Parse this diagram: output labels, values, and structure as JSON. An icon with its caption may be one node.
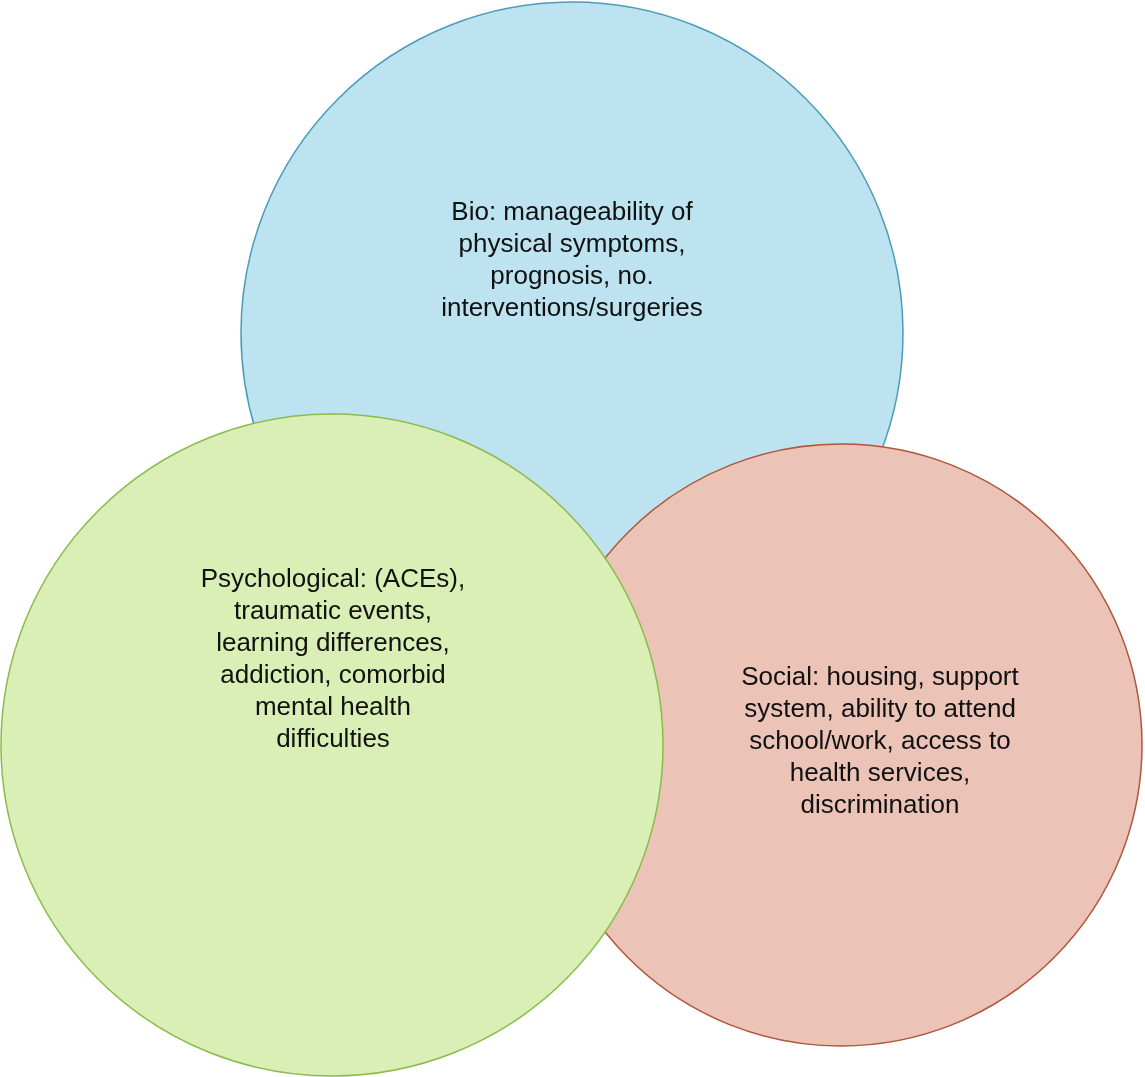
{
  "diagram": {
    "nodes": [
      {
        "text": [
          "Bio: manageability of physical symptoms, prognosis, no. interventions/surgeries"
        ]
      },
      {
        "text": [
          "Psychological: (ACEs), traumatic events, learning differences, addiction, comorbid mental health difficulties"
        ]
      },
      {
        "text": [
          "Social: housing, support system, ability to attend school/work, access to health services, discrimination"
        ]
      }
    ]
  }
}
